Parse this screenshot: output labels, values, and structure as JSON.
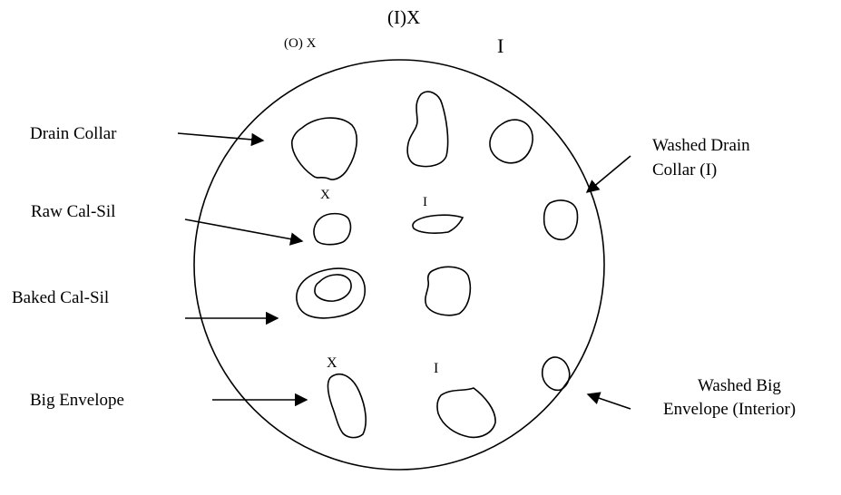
{
  "markers": {
    "top_left": "(O) X",
    "top_center": "(I)X",
    "top_right": "I",
    "row2_x": "X",
    "row2_i": "I",
    "row4_x": "X",
    "row4_i": "I"
  },
  "labels": {
    "drain_collar": "Drain Collar",
    "raw_cal_sil": "Raw Cal-Sil",
    "baked_cal_sil": "Baked Cal-Sil",
    "big_envelope": "Big Envelope",
    "washed_drain_collar_line1": "Washed Drain",
    "washed_drain_collar_line2": "Collar (I)",
    "washed_big_envelope_line1": "Washed Big",
    "washed_big_envelope_line2": "Envelope (Interior)"
  }
}
